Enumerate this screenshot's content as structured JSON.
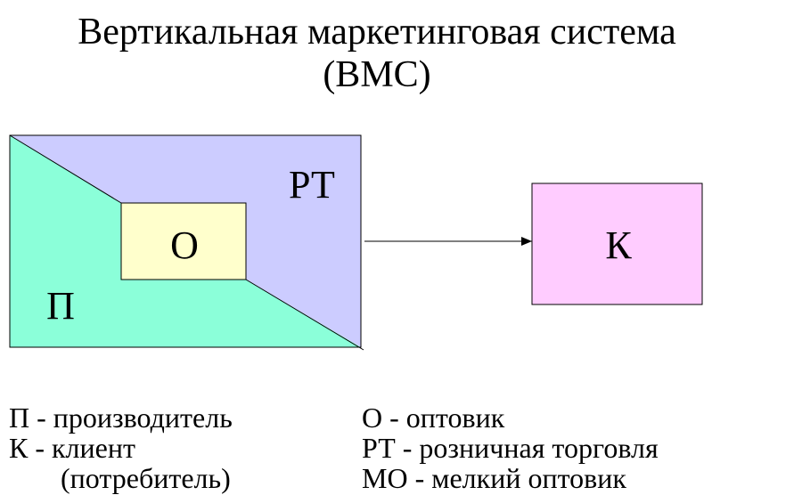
{
  "title": {
    "line1": "Вертикальная маркетинговая система",
    "line2": "(ВМС)"
  },
  "diagram": {
    "label_pt": "РТ",
    "label_o": "О",
    "label_p": "П",
    "label_k": "К",
    "colors": {
      "pt_region": "#ccccff",
      "p_region": "#8bffd9",
      "o_box": "#ffffcc",
      "k_box": "#ffccff"
    }
  },
  "legend": {
    "left": [
      "П - производитель",
      "К - клиент",
      "(потребитель)"
    ],
    "right": [
      "О -  оптовик",
      "РТ - розничная торговля",
      "МО - мелкий оптовик"
    ]
  }
}
